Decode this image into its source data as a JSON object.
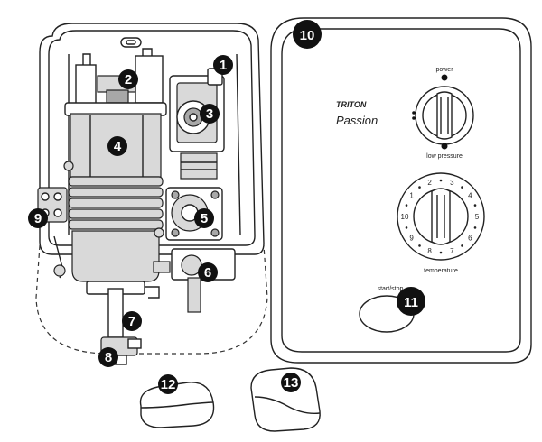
{
  "callouts": [
    {
      "num": "1",
      "part": "1"
    },
    {
      "num": "2",
      "part": "2"
    },
    {
      "num": "3",
      "part": "3"
    },
    {
      "num": "4",
      "part": "4"
    },
    {
      "num": "5",
      "part": "5"
    },
    {
      "num": "6",
      "part": "6"
    },
    {
      "num": "7",
      "part": "7"
    },
    {
      "num": "8",
      "part": "8"
    },
    {
      "num": "9",
      "part": "9"
    },
    {
      "num": "10",
      "part": "10"
    },
    {
      "num": "11",
      "part": "11"
    },
    {
      "num": "12",
      "part": "12"
    },
    {
      "num": "13",
      "part": "13"
    }
  ],
  "front_panel": {
    "brand": "TRITON",
    "model": "Passion",
    "power_label": "power",
    "low_pressure_label": "low pressure",
    "temperature_label": "temperature",
    "start_stop_label": "start/stop",
    "temperature_scale": [
      "10",
      "1",
      "2",
      "3",
      "4",
      "5",
      "6",
      "7",
      "8",
      "9"
    ]
  }
}
